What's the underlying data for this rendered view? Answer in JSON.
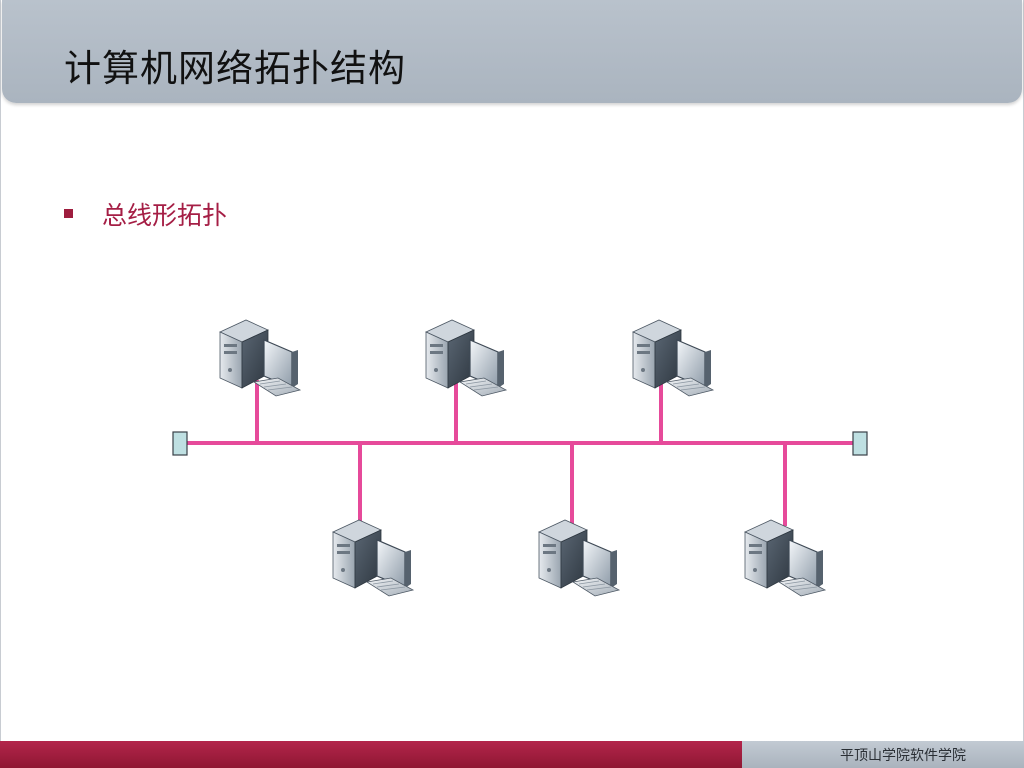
{
  "slide": {
    "title": "计算机网络拓扑结构",
    "bullet": "总线形拓扑",
    "footer": "平顶山学院软件学院"
  },
  "diagram": {
    "bus_color": "#e64a9a",
    "terminator_color": "#bfe0e2",
    "top_nodes": 3,
    "bottom_nodes": 3
  },
  "colors": {
    "title_bar": "#b1bac5",
    "accent_red": "#a51e45",
    "footer_gray": "#b7c0ca"
  }
}
